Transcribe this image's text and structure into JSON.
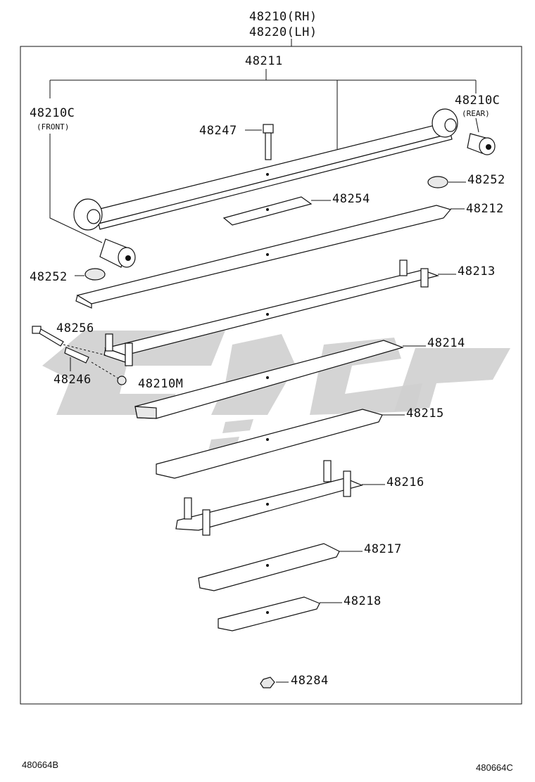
{
  "title_rh": "48210(RH)",
  "title_lh": "48220(LH)",
  "assembly_label": "48211",
  "parts": {
    "bushing_front": {
      "number": "48210C",
      "note": "(FRONT)"
    },
    "bushing_rear": {
      "number": "48210C",
      "note": "(REAR)"
    },
    "center_bolt": "48247",
    "spacer_top": "48252",
    "spacer_left": "48252",
    "plate": "48254",
    "leaf_2": "48212",
    "leaf_3": "48213",
    "clip_bolt": "48256",
    "clip_spacer": "48246",
    "clip_nut": "48210M",
    "leaf_4": "48214",
    "leaf_5": "48215",
    "leaf_6": "48216",
    "leaf_7": "48217",
    "leaf_8": "48218",
    "nut": "48284"
  },
  "ref_left": "480664B",
  "ref_right": "480664C",
  "watermark_color": "#cfcfcf"
}
